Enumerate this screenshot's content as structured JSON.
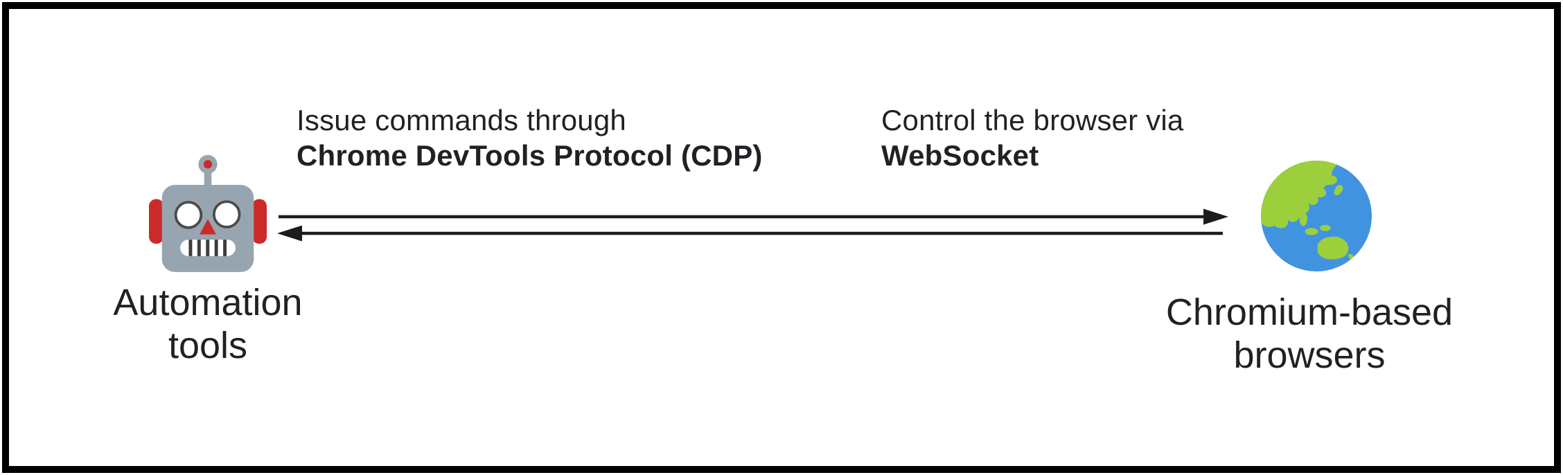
{
  "annotations": {
    "left": {
      "line1": "Issue commands through",
      "line2": "Chrome DevTools Protocol (CDP)"
    },
    "right": {
      "line1": "Control the browser via",
      "line2": "WebSocket"
    }
  },
  "nodes": {
    "left": {
      "icon": "robot-icon",
      "label": "Automation\ntools"
    },
    "right": {
      "icon": "globe-asia-icon",
      "label": "Chromium-based\nbrowsers"
    }
  },
  "arrows": {
    "top": {
      "direction": "left-to-right"
    },
    "bottom": {
      "direction": "right-to-left"
    }
  },
  "colors": {
    "background": "#ffffff",
    "border": "#000000",
    "text": "#1f2124",
    "arrow": "#1c1c1c",
    "robot_body": "#97a5b0",
    "robot_accent": "#cb2b28",
    "globe_ocean": "#4193e0",
    "globe_land": "#9ccf3c"
  }
}
